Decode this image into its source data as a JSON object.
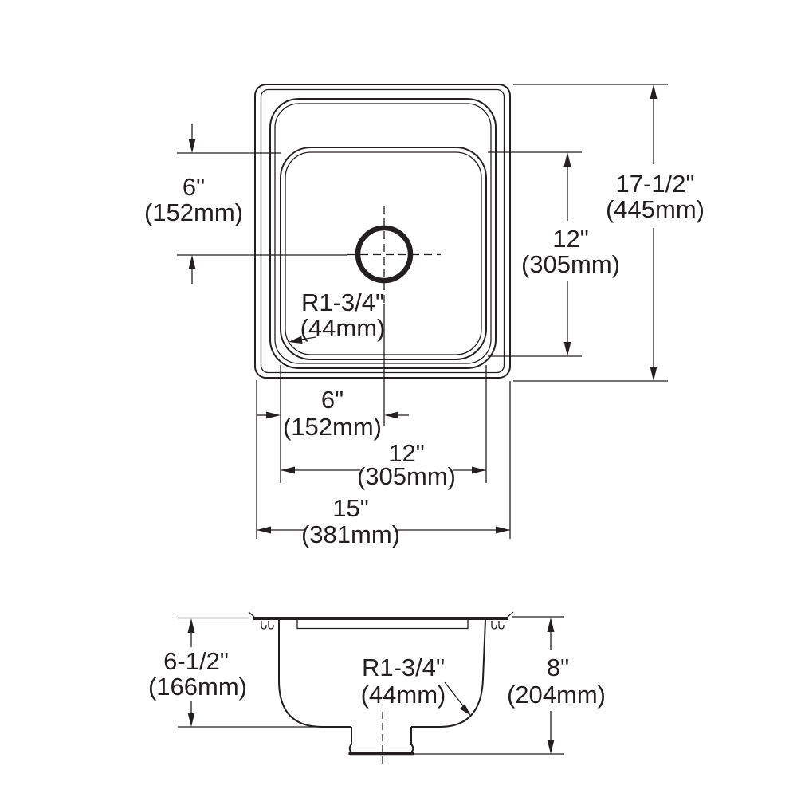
{
  "drawing": {
    "line_color": "#231f20",
    "background_color": "#ffffff"
  },
  "top_view": {
    "drain_offset_from_back": {
      "in": "6\"",
      "mm": "(152mm)"
    },
    "overall_length": {
      "in": "17-1/2\"",
      "mm": "(445mm)"
    },
    "bowl_length": {
      "in": "12\"",
      "mm": "(305mm)"
    },
    "bowl_corner_radius": {
      "in": "R1-3/4\"",
      "mm": "(44mm)"
    },
    "drain_offset_from_left": {
      "in": "6\"",
      "mm": "(152mm)"
    },
    "bowl_width": {
      "in": "12\"",
      "mm": "(305mm)"
    },
    "overall_width": {
      "in": "15\"",
      "mm": "(381mm)"
    }
  },
  "side_view": {
    "bowl_depth": {
      "in": "6-1/2\"",
      "mm": "(166mm)"
    },
    "bottom_corner_radius": {
      "in": "R1-3/4\"",
      "mm": "(44mm)"
    },
    "overall_depth": {
      "in": "8\"",
      "mm": "(204mm)"
    }
  }
}
